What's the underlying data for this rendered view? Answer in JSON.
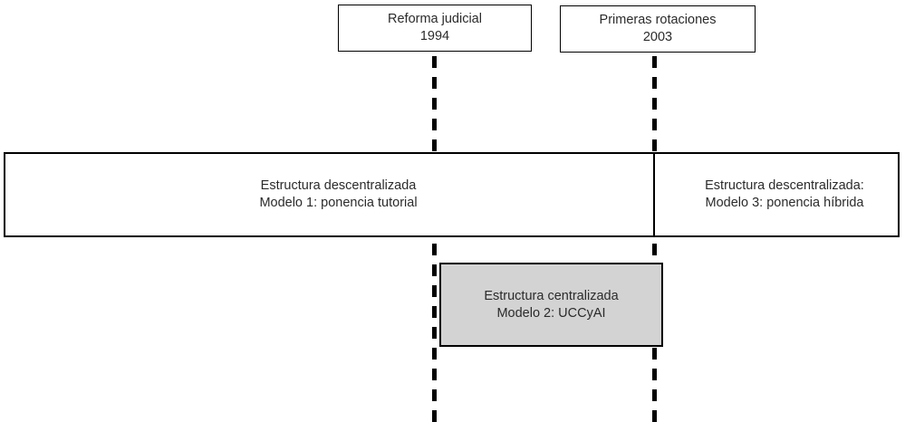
{
  "diagram": {
    "title_semantic": "Timeline of judicial structure models",
    "events": [
      {
        "label": "Reforma judicial",
        "year": "1994"
      },
      {
        "label": "Primeras rotaciones",
        "year": "2003"
      }
    ],
    "periods": {
      "left": {
        "line1": "Estructura descentralizada",
        "line2": "Modelo 1: ponencia tutorial"
      },
      "right": {
        "line1": "Estructura descentralizada:",
        "line2": "Modelo 3: ponencia híbrida"
      },
      "center": {
        "line1": "Estructura centralizada",
        "line2": "Modelo 2: UCCyAI"
      }
    },
    "colors": {
      "border": "#000000",
      "text": "#2b2b2b",
      "center_box_fill": "#d3d3d3",
      "background": "#ffffff"
    }
  }
}
